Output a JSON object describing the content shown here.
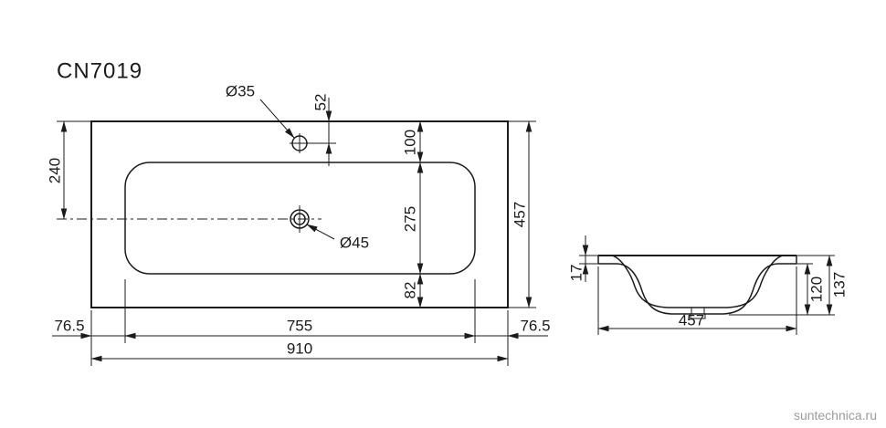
{
  "title": "CN7019",
  "watermark": "suntechnica.ru",
  "front_view": {
    "faucet_hole_label": "Ø35",
    "drain_hole_label": "Ø45",
    "dims": {
      "center_from_top": "240",
      "faucet_from_top": "52",
      "rim_to_basin_top": "100",
      "basin_inner_height": "275",
      "basin_to_bottom_edge": "82",
      "overall_height": "457",
      "left_offset": "76.5",
      "basin_width": "755",
      "right_offset": "76.5",
      "overall_width": "910"
    }
  },
  "side_view": {
    "dims": {
      "rim_thickness": "17",
      "inner_depth": "120",
      "overall_depth": "137",
      "overall_width": "457"
    }
  }
}
